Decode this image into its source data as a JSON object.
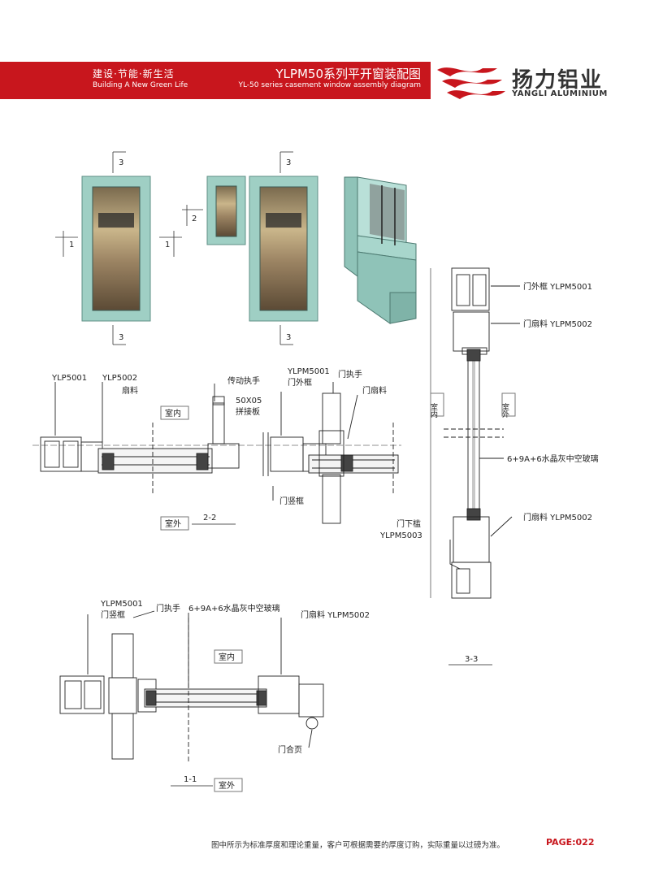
{
  "header": {
    "slogan_cn": "建设·节能·新生活",
    "slogan_en": "Building A New Green Life",
    "title_cn": "YLPM50系列平开窗装配图",
    "title_en": "YL-50 series casement window assembly diagram"
  },
  "brand": {
    "name_cn": "扬力铝业",
    "name_en": "YANGLI ALUMINIUM"
  },
  "elevations": {
    "marks": [
      "3",
      "1",
      "3",
      "3",
      "2",
      "1",
      "3"
    ]
  },
  "section_22": {
    "labels": {
      "ylp5001": "YLP5001",
      "ylp5002": "YLP5002",
      "sash": "扇料",
      "transmission_handle": "传动执手",
      "ylpm5001": "YLPM5001",
      "door_outer_frame": "门外框",
      "door_handle": "门执手",
      "door_sash": "门扇料",
      "splice_size": "50X05",
      "splice_plate": "拼接板",
      "indoor": "室内",
      "outdoor": "室外",
      "door_mullion": "门竖框",
      "section_id": "2-2"
    }
  },
  "section_33": {
    "labels": {
      "outer_frame": "门外框 YLPM5001",
      "sash_top": "门扇料 YLPM5002",
      "glass": "6+9A+6水晶灰中空玻璃",
      "sash_bottom": "门扇料 YLPM5002",
      "sill": "门下槛",
      "sill_code": "YLPM5003",
      "indoor": "室内",
      "outdoor": "室外",
      "section_id": "3-3"
    }
  },
  "section_11": {
    "labels": {
      "ylpm5001": "YLPM5001",
      "mullion": "门竖框",
      "handle": "门执手",
      "glass": "6+9A+6水晶灰中空玻璃",
      "sash": "门扇料 YLPM5002",
      "indoor": "室内",
      "hinge": "门合页",
      "section_id": "1-1",
      "outdoor": "室外"
    }
  },
  "footer": {
    "note": "图中所示为标准厚度和理论重量，客户可根据需要的厚度订购，实际重量以过磅为准。",
    "page": "PAGE:022"
  },
  "colors": {
    "brand_red": "#c8161d",
    "frame_green": "#9fcfc4"
  }
}
